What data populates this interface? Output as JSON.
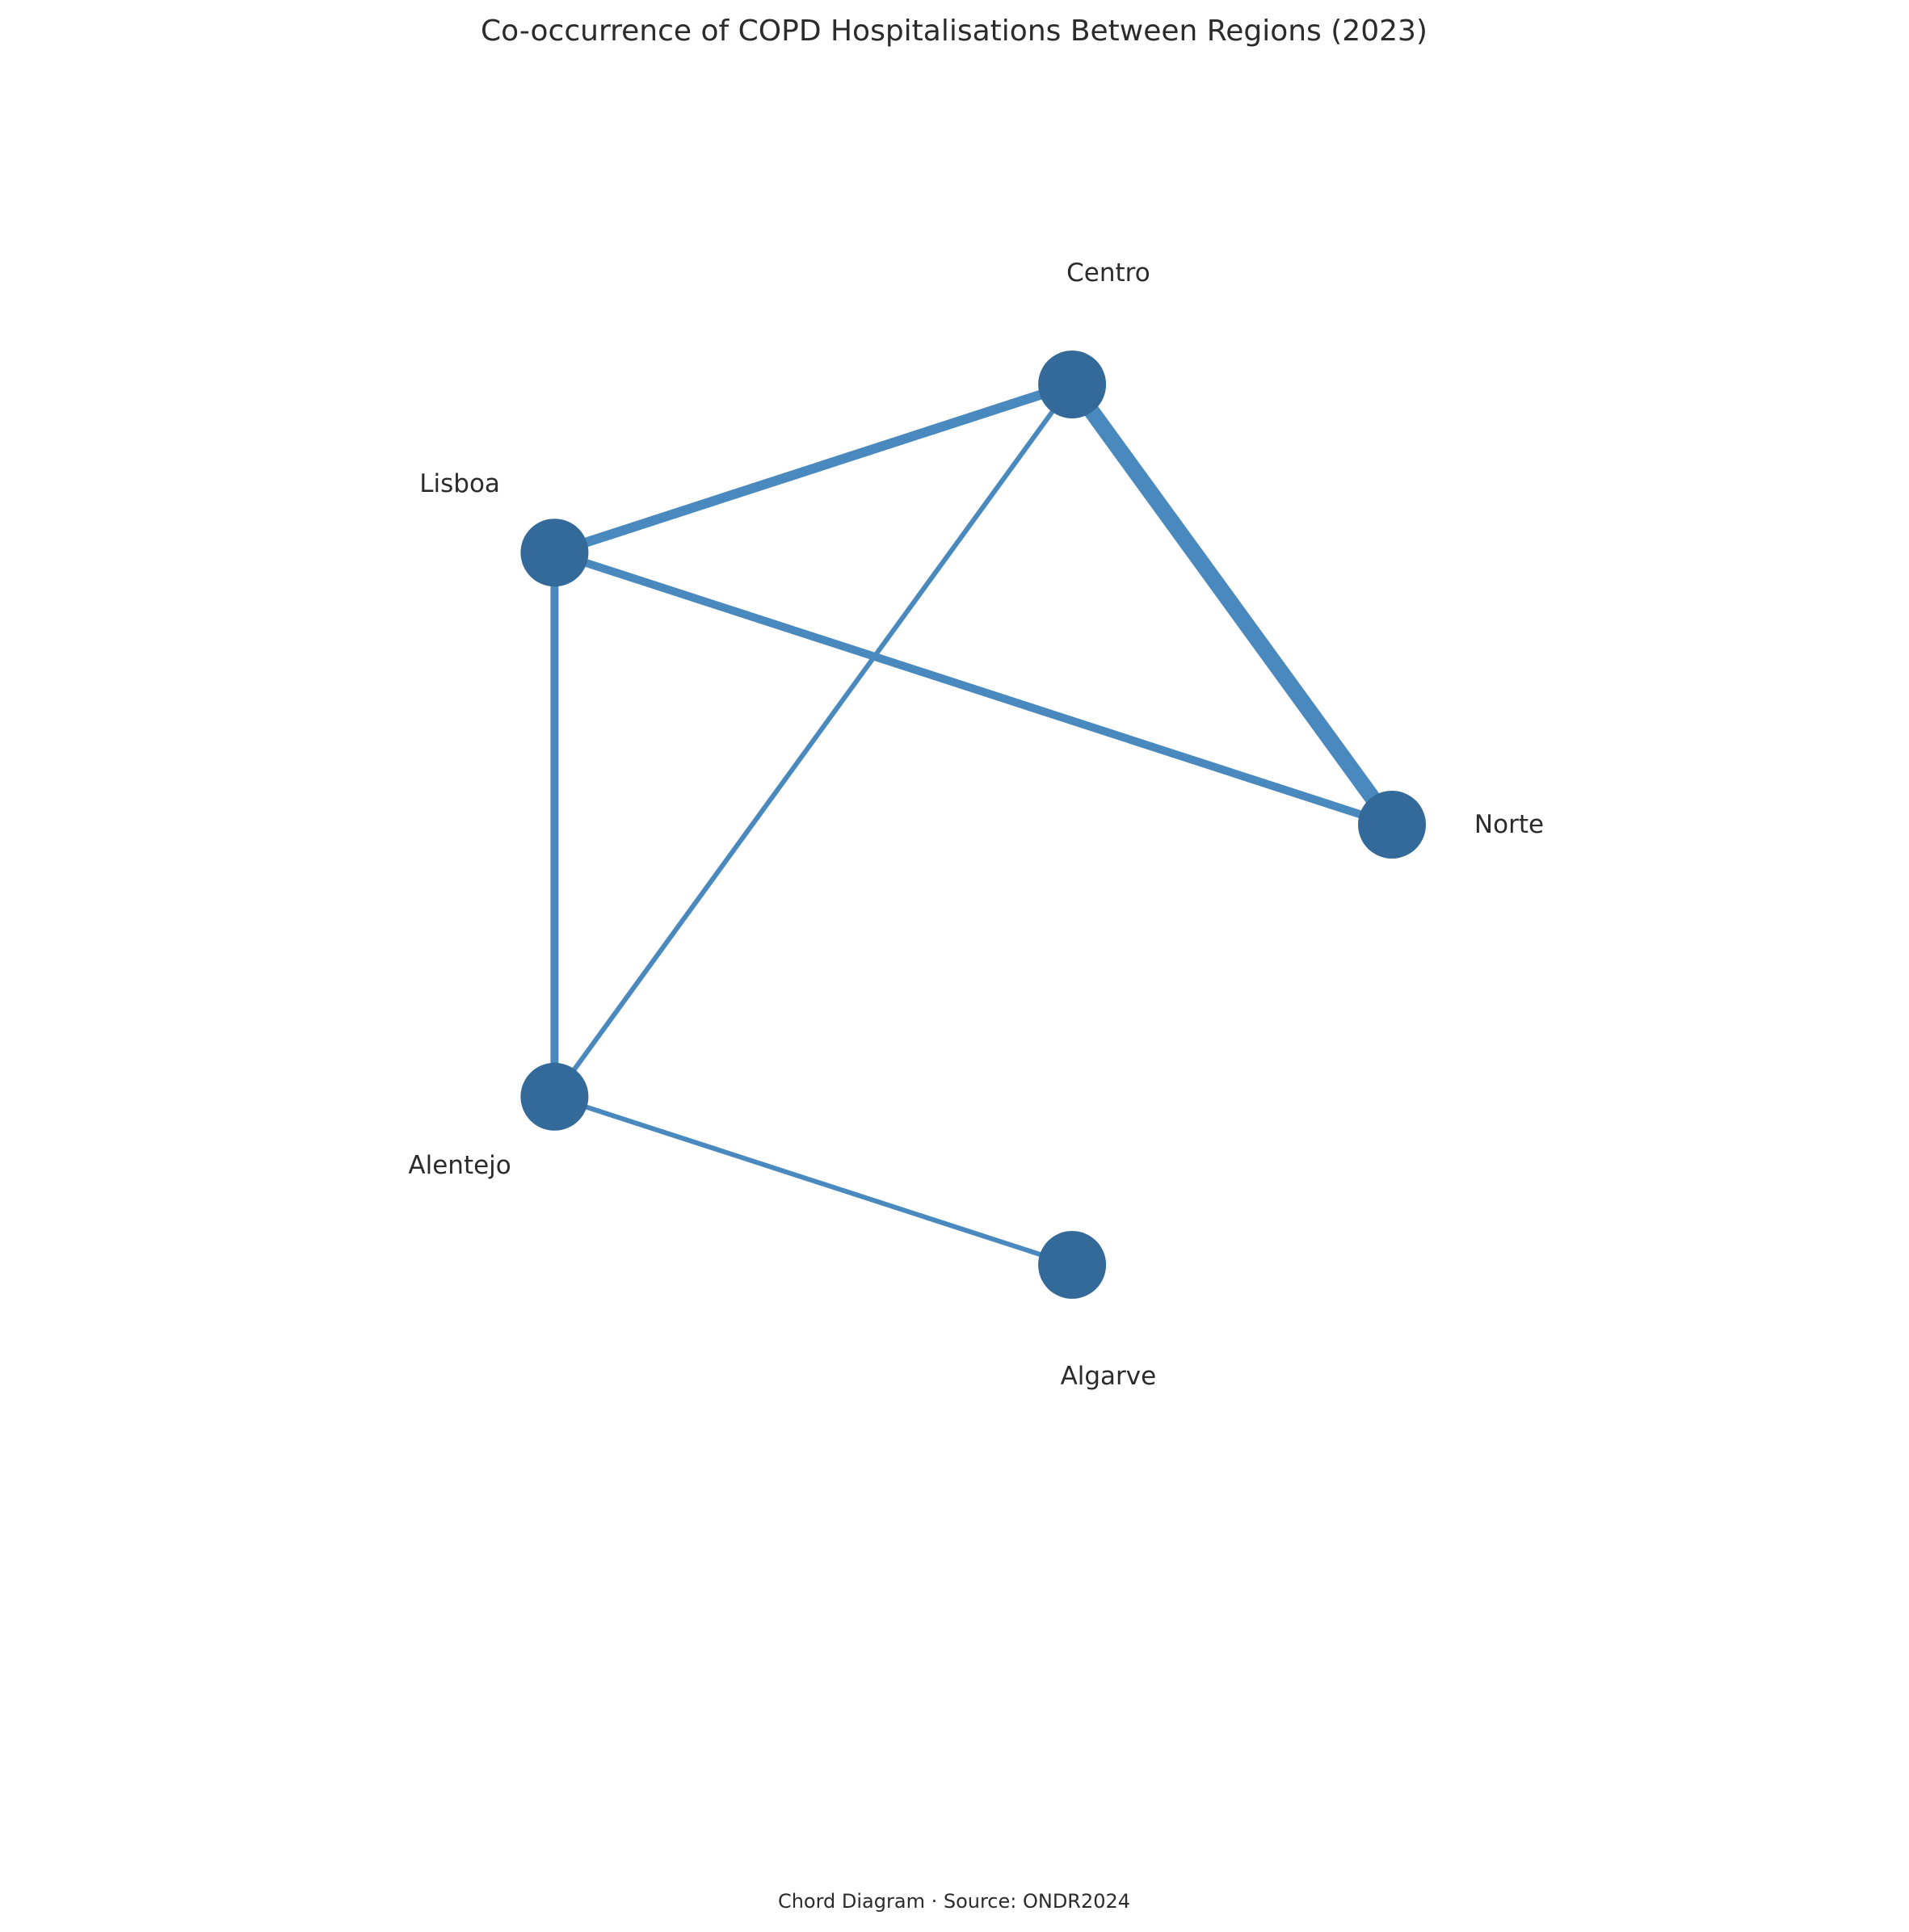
{
  "title": "Co-occurrence of COPD Hospitalisations Between Regions (2023)",
  "caption": "Chord Diagram · Source: ONDR2024",
  "colors": {
    "edge": "#4a89bd",
    "node": "#336a99",
    "text": "#2b2b2b",
    "background": "#ffffff"
  },
  "nodes": [
    {
      "id": "norte",
      "label": "Norte"
    },
    {
      "id": "centro",
      "label": "Centro"
    },
    {
      "id": "lisboa",
      "label": "Lisboa"
    },
    {
      "id": "alentejo",
      "label": "Alentejo"
    },
    {
      "id": "algarve",
      "label": "Algarve"
    }
  ],
  "edges": [
    {
      "source": "centro",
      "target": "norte",
      "weight": 5
    },
    {
      "source": "centro",
      "target": "lisboa",
      "weight": 3
    },
    {
      "source": "lisboa",
      "target": "norte",
      "weight": 2.5
    },
    {
      "source": "lisboa",
      "target": "alentejo",
      "weight": 2.5
    },
    {
      "source": "centro",
      "target": "alentejo",
      "weight": 1.5
    },
    {
      "source": "alentejo",
      "target": "algarve",
      "weight": 1.5
    }
  ]
}
